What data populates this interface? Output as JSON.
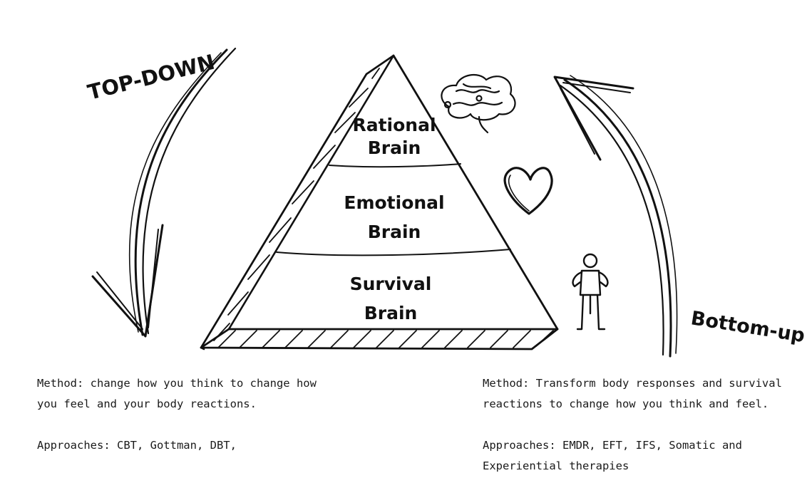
{
  "diagram": {
    "top_down_label": "TOP-DOWN",
    "bottom_up_label": "Bottom-up",
    "pyramid_layers": [
      {
        "line1": "Rational",
        "line2": "Brain"
      },
      {
        "line1": "Emotional",
        "line2": "Brain"
      },
      {
        "line1": "Survival",
        "line2": "Brain"
      }
    ],
    "icons": [
      "brain-icon",
      "heart-icon",
      "person-icon"
    ]
  },
  "panels": {
    "left": {
      "method_line1": "Method: change how you think to change how",
      "method_line2": "you feel and your body reactions.",
      "approaches_line1": "Approaches: CBT, Gottman, DBT,"
    },
    "right": {
      "method_line1": "Method: Transform body responses and survival",
      "method_line2": "reactions to change how you think and feel.",
      "approaches_line1": "Approaches: EMDR, EFT, IFS, Somatic and",
      "approaches_line2": "Experiential therapies"
    }
  }
}
